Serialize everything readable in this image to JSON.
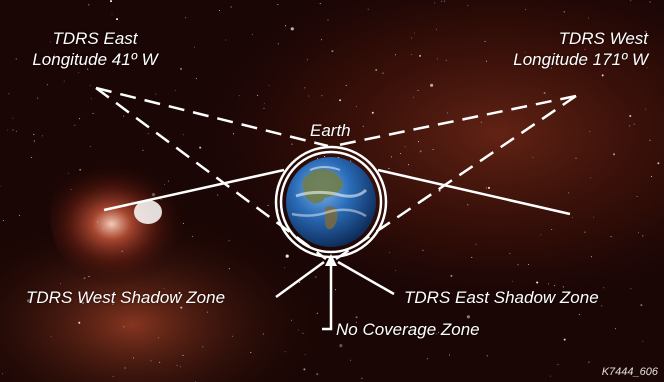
{
  "satellites": {
    "east": {
      "name": "TDRS East",
      "longitude": "Longitude 41º W"
    },
    "west": {
      "name": "TDRS West",
      "longitude": "Longitude 171º W"
    }
  },
  "earth_label": "Earth",
  "zones": {
    "west_shadow": "TDRS West Shadow Zone",
    "east_shadow": "TDRS East Shadow Zone",
    "no_coverage": "No Coverage Zone"
  },
  "figure_id": "K7444_606",
  "colors": {
    "line": "#ffffff",
    "space_dark": "#1a0604",
    "nebula": "#7a2a18",
    "earth_ocean": "#1f5fa8"
  }
}
